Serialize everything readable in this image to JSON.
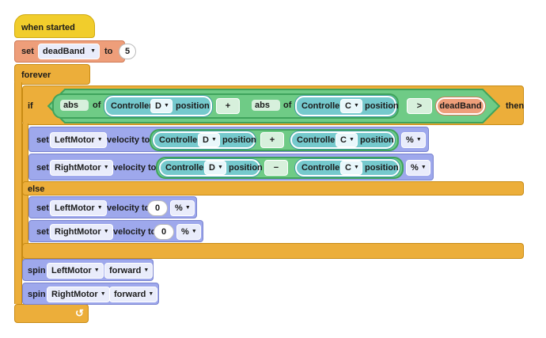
{
  "event": {
    "label": "when started"
  },
  "set_deadband": {
    "set": "set",
    "variable": "deadBand",
    "to": "to",
    "value": "5"
  },
  "forever": {
    "label": "forever"
  },
  "if_block": {
    "if": "if",
    "then": "then",
    "else": "else",
    "abs": "abs",
    "of": "of",
    "controller": "Controller",
    "ctrl_a": "D",
    "ctrl_b": "C",
    "position": "position",
    "plus": "+",
    "op": ">",
    "variable": "deadBand"
  },
  "motors": {
    "left": "LeftMotor",
    "right": "RightMotor"
  },
  "velocity": {
    "set": "set",
    "label": "velocity to",
    "unit": "%",
    "zero": "0",
    "plus": "+",
    "minus": "−"
  },
  "spin": {
    "label": "spin",
    "direction": "forward"
  },
  "icons": {
    "loop_arrow": "loop-arrow-icon",
    "dropdown": "chevron-down-icon"
  }
}
